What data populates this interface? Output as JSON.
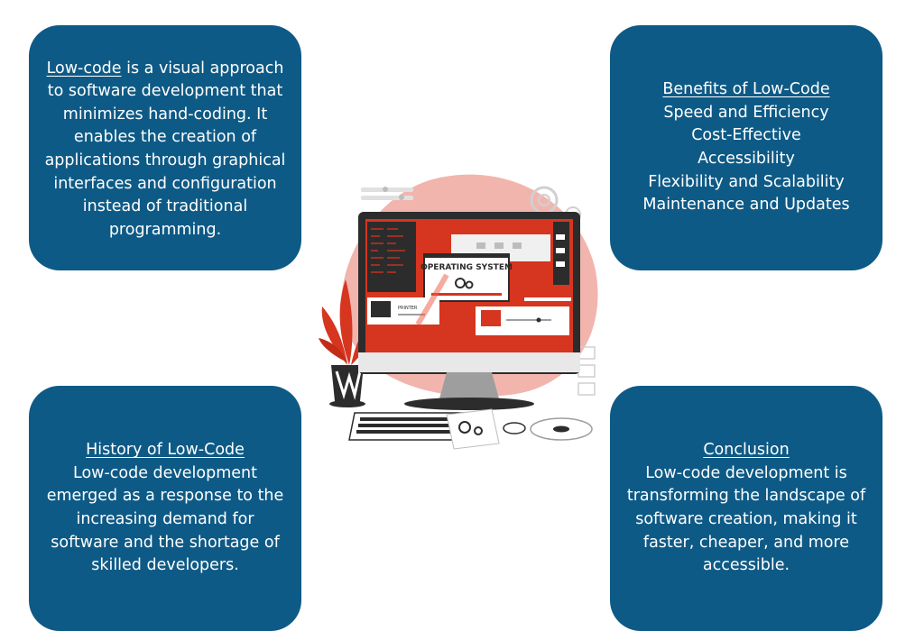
{
  "cards": {
    "top_left": {
      "title": "Low-code",
      "body": " is a visual approach to software development that minimizes hand-coding. It enables the creation of applications through graphical interfaces and configuration instead of traditional programming."
    },
    "top_right": {
      "title": "Benefits of Low-Code ",
      "items": [
        "Speed and Efficiency",
        "Cost-Effective",
        "Accessibility",
        "Flexibility and Scalability",
        "Maintenance and Updates"
      ]
    },
    "bottom_left": {
      "title": "History of Low-Code",
      "body": "Low-code development emerged as a response to the increasing demand for software and the shortage of skilled developers."
    },
    "bottom_right": {
      "title": "Conclusion",
      "body": "Low-code development is transforming the landscape of software creation, making it faster, cheaper, and more accessible."
    }
  },
  "illustration": {
    "screen_label": "OPERATING SYSTEM",
    "printer_label": "PRINTER",
    "colors": {
      "card_bg": "#0e5a86",
      "accent_red": "#d6351f",
      "blob_pink": "#f2b5ae",
      "monitor_dark": "#2c2c2c"
    }
  }
}
